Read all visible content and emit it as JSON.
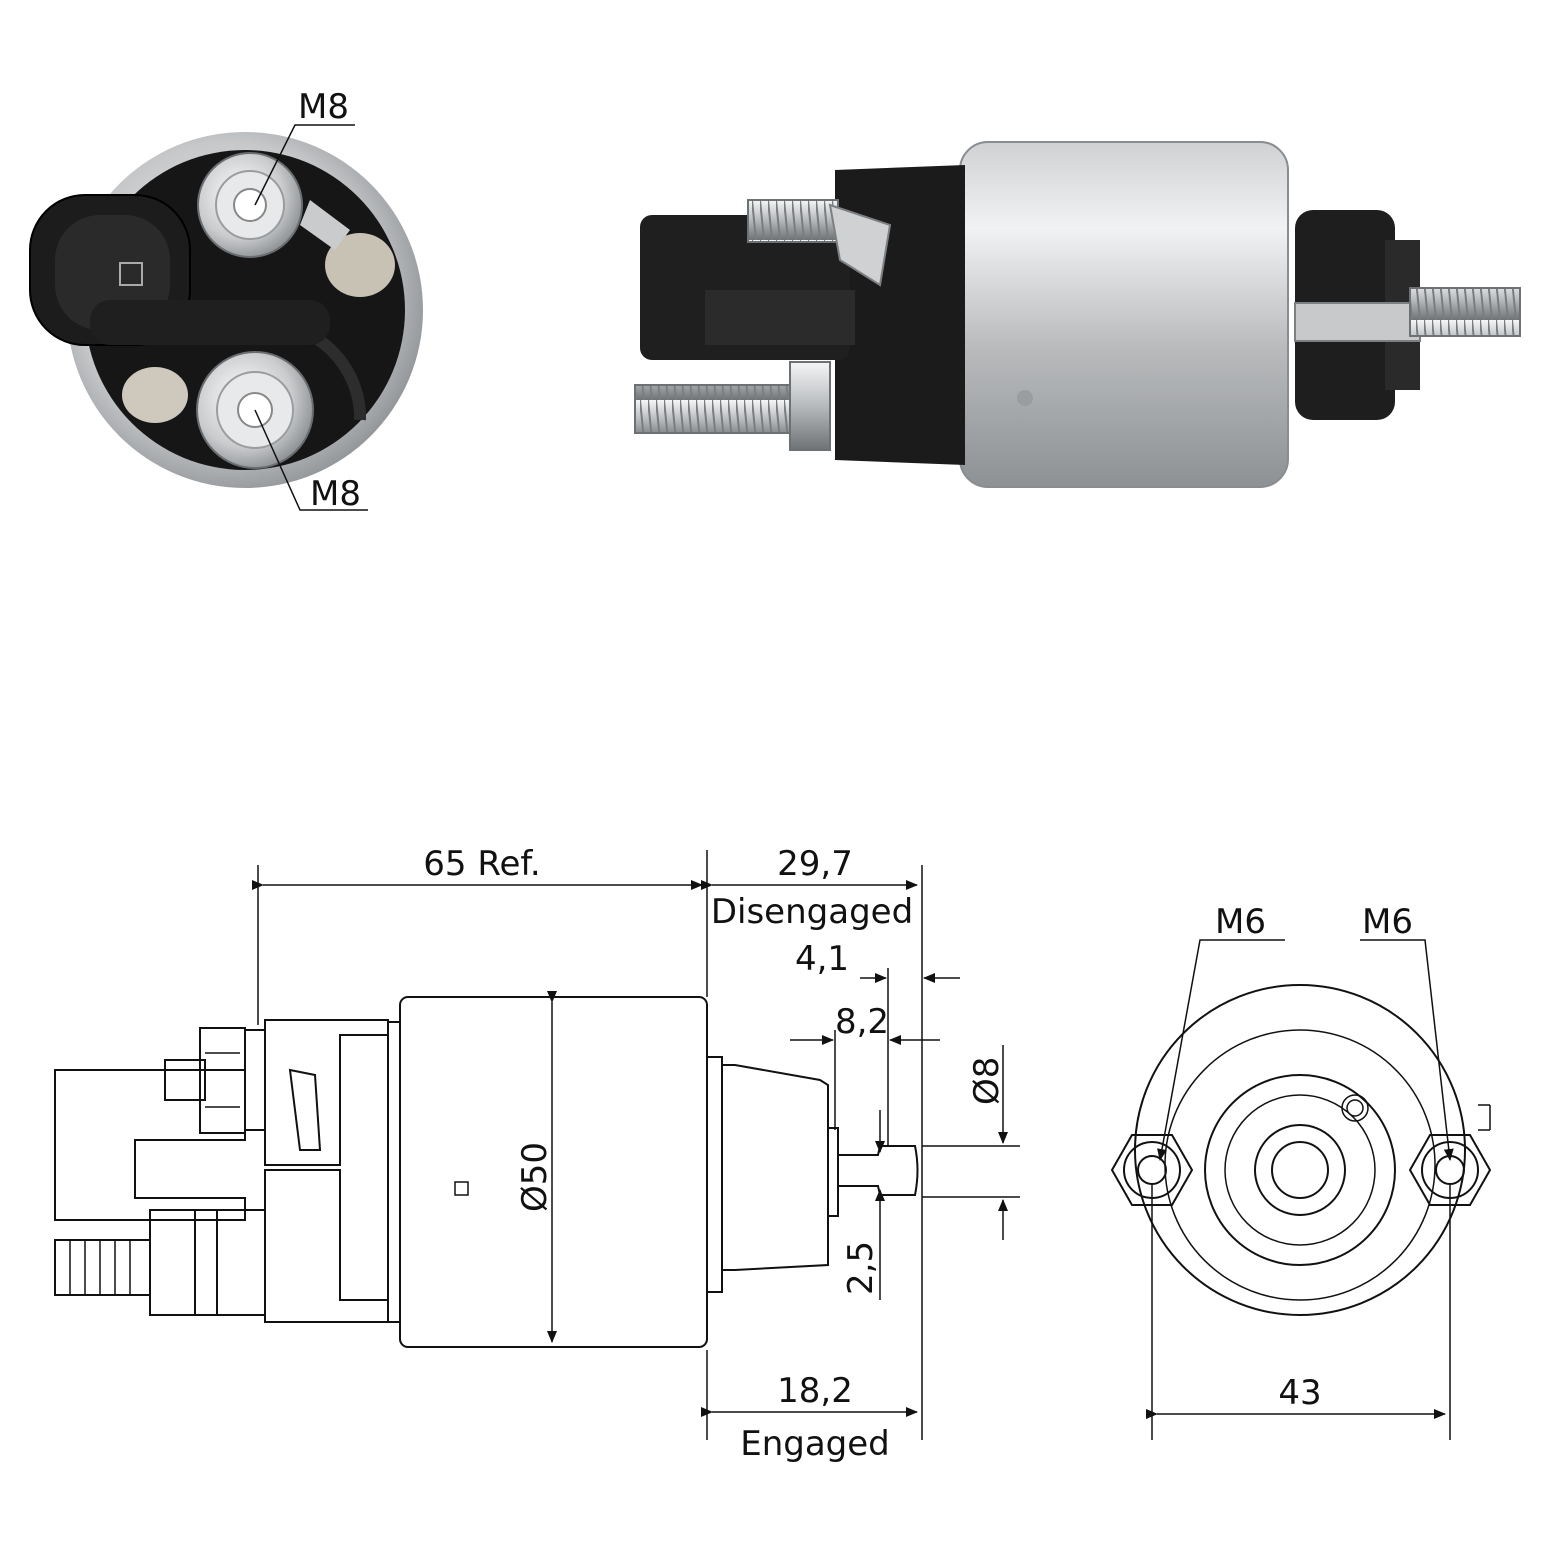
{
  "labels": {
    "photo_front_top_thread": "M8",
    "photo_front_bottom_thread": "M8",
    "len_ref": "65 Ref.",
    "len_disengaged": "29,7",
    "disengaged": "Disengaged",
    "stroke_4_1": "4,1",
    "stroke_8_2": "8,2",
    "dia_plunger": "Ø8",
    "dia_body": "Ø50",
    "dim_2_5": "2,5",
    "len_engaged": "18,2",
    "engaged": "Engaged",
    "end_thread_left": "M6",
    "end_thread_right": "M6",
    "stud_spacing": "43"
  },
  "colors": {
    "line": "#111111",
    "metal_light": "#e2e3e4",
    "metal_mid": "#b7b9bb",
    "metal_dark": "#7c7f82",
    "plastic": "#1b1b1c",
    "copper": "#c9a27a"
  }
}
